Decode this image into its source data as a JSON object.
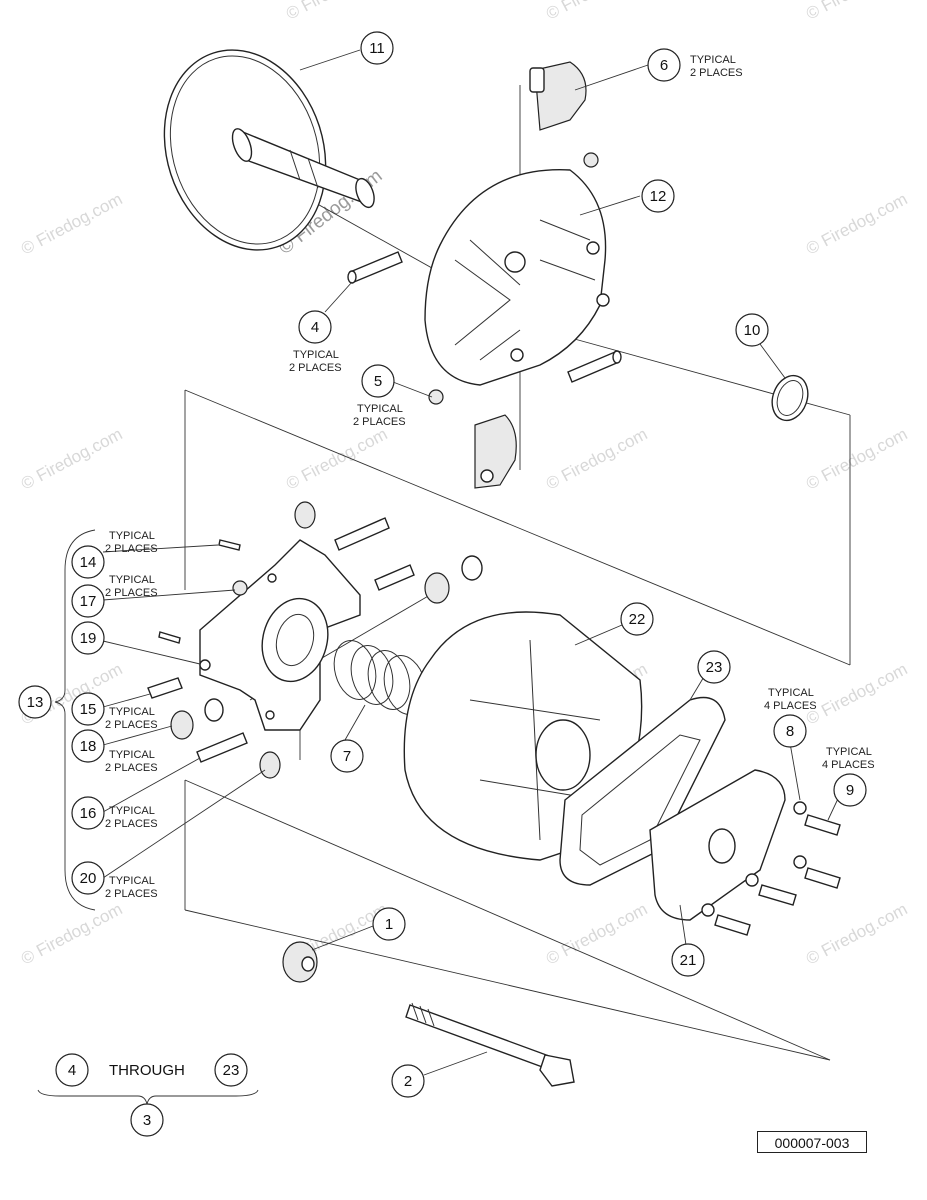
{
  "callouts": [
    {
      "id": "c1",
      "number": "1"
    },
    {
      "id": "c2",
      "number": "2"
    },
    {
      "id": "c3",
      "number": "3"
    },
    {
      "id": "c4a",
      "number": "4"
    },
    {
      "id": "c4b",
      "number": "4"
    },
    {
      "id": "c5",
      "number": "5"
    },
    {
      "id": "c6",
      "number": "6"
    },
    {
      "id": "c7",
      "number": "7"
    },
    {
      "id": "c8",
      "number": "8"
    },
    {
      "id": "c9",
      "number": "9"
    },
    {
      "id": "c10",
      "number": "10"
    },
    {
      "id": "c11",
      "number": "11"
    },
    {
      "id": "c12",
      "number": "12"
    },
    {
      "id": "c13",
      "number": "13"
    },
    {
      "id": "c14",
      "number": "14"
    },
    {
      "id": "c15",
      "number": "15"
    },
    {
      "id": "c16",
      "number": "16"
    },
    {
      "id": "c17",
      "number": "17"
    },
    {
      "id": "c18",
      "number": "18"
    },
    {
      "id": "c19",
      "number": "19"
    },
    {
      "id": "c20",
      "number": "20"
    },
    {
      "id": "c21",
      "number": "21"
    },
    {
      "id": "c22",
      "number": "22"
    },
    {
      "id": "c23a",
      "number": "23"
    },
    {
      "id": "c23b",
      "number": "23"
    }
  ],
  "notes": {
    "typical": "TYPICAL",
    "two_places": "2 PLACES",
    "four_places": "4 PLACES"
  },
  "through_label": "THROUGH",
  "drawing_number": "000007-003",
  "watermark": "© Firedog.com"
}
